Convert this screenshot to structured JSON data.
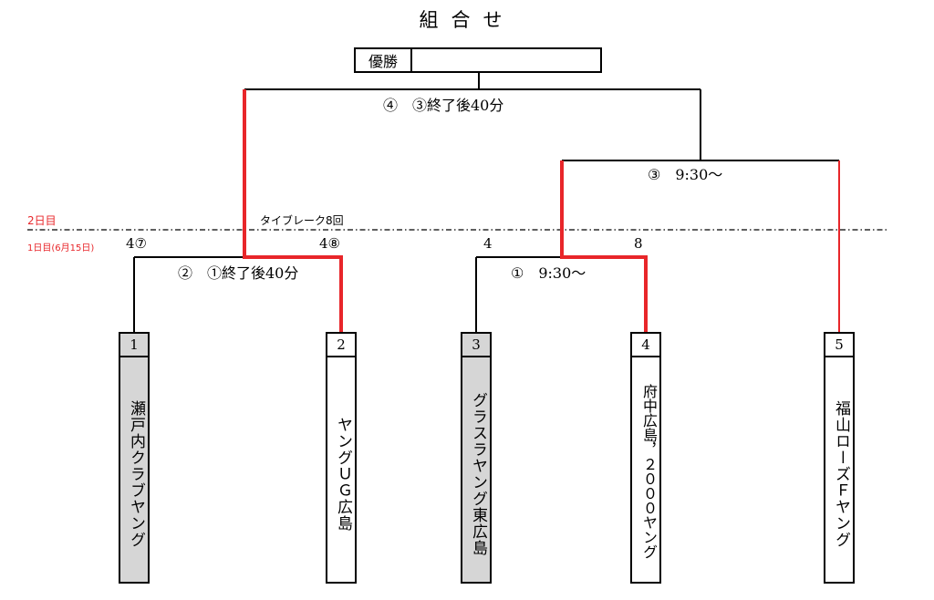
{
  "title": "組合せ",
  "champion": {
    "label": "優勝",
    "value": ""
  },
  "day2_label": "2日目",
  "day1_label": "1日目(6月15日)",
  "tiebreak": "タイブレーク8回",
  "matches": {
    "m1": "①　9:30〜",
    "m2": "②　①終了後40分",
    "m3": "③　9:30〜",
    "m4": "④　③終了後40分"
  },
  "scores": {
    "left_left": "4⑦",
    "left_right": "4⑧",
    "mid_left": "4",
    "mid_right": "8"
  },
  "teams": [
    {
      "num": "1",
      "name": "瀬戸内クラブヤング",
      "seed": true
    },
    {
      "num": "2",
      "name": "ヤングＵＧ広島",
      "seed": false
    },
    {
      "num": "3",
      "name": "グラスラヤング東広島",
      "seed": true
    },
    {
      "num": "4",
      "name": "府中広島，２０００ヤング",
      "seed": false
    },
    {
      "num": "5",
      "name": "福山ローズＦヤング",
      "seed": false
    }
  ],
  "colors": {
    "winner_line": "#e8262a",
    "line": "#000000",
    "seed_fill": "#d6d6d6",
    "day_text": "#e8262a"
  }
}
